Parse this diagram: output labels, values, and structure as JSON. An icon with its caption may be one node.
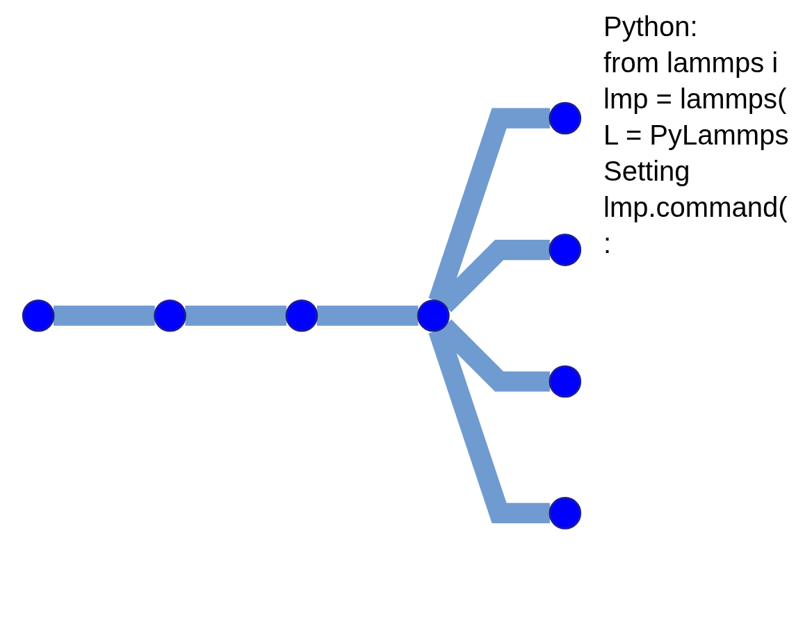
{
  "diagram": {
    "nodes": [
      {
        "text": [],
        "shape": "circle"
      },
      {
        "text": [],
        "shape": "circle"
      },
      {
        "text": [],
        "shape": "circle"
      },
      {
        "text": [],
        "shape": "circle"
      },
      {
        "text": [],
        "shape": "circle"
      },
      {
        "text": [],
        "shape": "circle"
      },
      {
        "text": [],
        "shape": "circle"
      },
      {
        "text": [],
        "shape": "circle"
      }
    ],
    "edges": [
      {
        "from": 0,
        "to": 1,
        "arrow": "none"
      },
      {
        "from": 1,
        "to": 2,
        "arrow": "none"
      },
      {
        "from": 2,
        "to": 3,
        "arrow": "none"
      },
      {
        "from": 3,
        "to": 4,
        "arrow": "none"
      },
      {
        "from": 3,
        "to": 5,
        "arrow": "none"
      },
      {
        "from": 3,
        "to": 6,
        "arrow": "none"
      },
      {
        "from": 3,
        "to": 7,
        "arrow": "none"
      }
    ],
    "labels": [
      "Python:",
      "from lammps i",
      "lmp = lammps(",
      "L = PyLammps",
      "Setting",
      "lmp.command(",
      ":"
    ]
  }
}
